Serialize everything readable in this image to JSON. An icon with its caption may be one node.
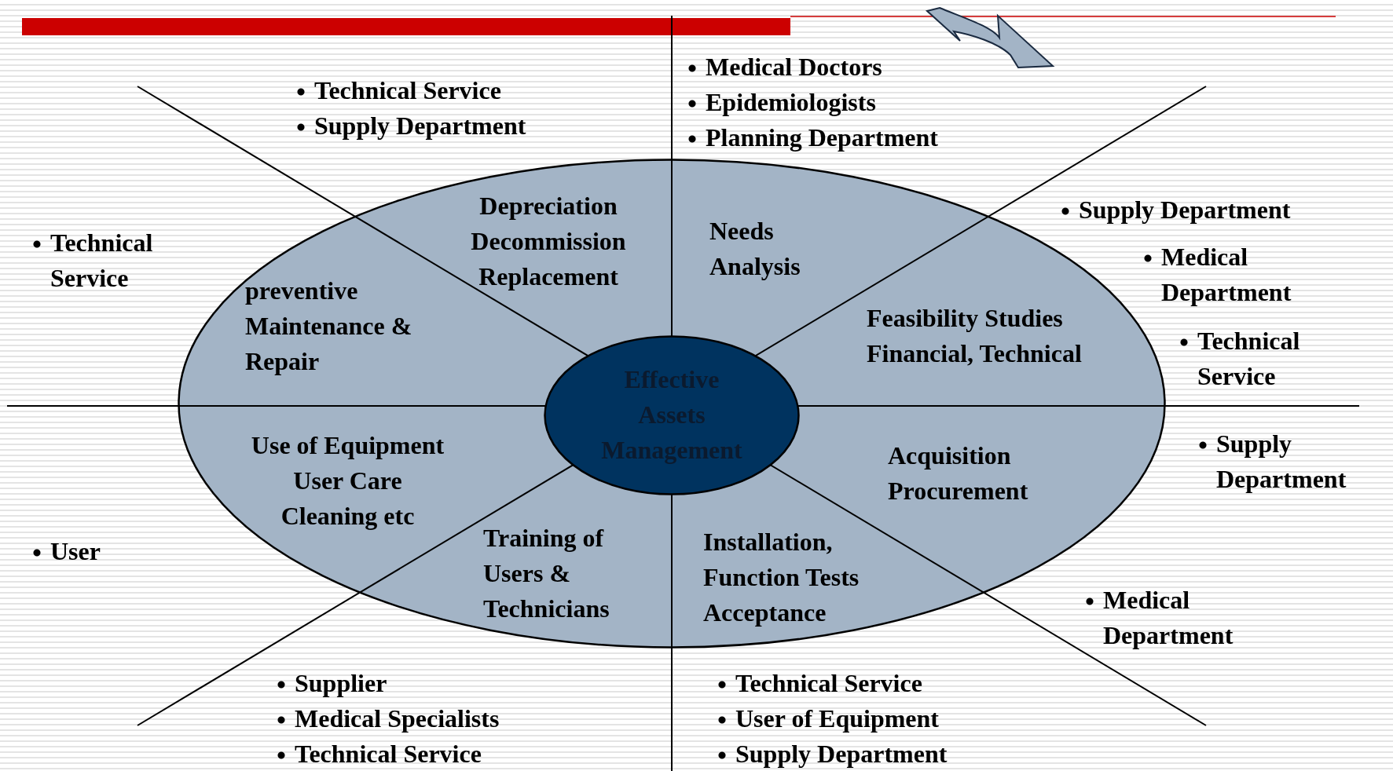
{
  "diagram": {
    "nodes": [
      {
        "text": [],
        "shape": "ellipse"
      },
      {
        "text": [
          "Depreciation Decommission Replacement"
        ],
        "in": 0
      },
      {
        "text": [
          "Needs Analysis"
        ],
        "in": 0
      },
      {
        "text": [
          "preventive Maintenance & Repair"
        ],
        "in": 0
      },
      {
        "text": [
          "Feasibility Studies Financial, Technical"
        ],
        "in": 0
      },
      {
        "text": [
          "Effective Assets Management"
        ],
        "in": 0
      },
      {
        "text": [
          "Use of Equipment User Care Cleaning etc"
        ],
        "in": 0
      },
      {
        "text": [
          "Acquisition Procurement"
        ],
        "in": 0
      },
      {
        "text": [
          "Training of Users & Technicians"
        ],
        "in": 0
      },
      {
        "text": [
          "Installation, Function Tests Acceptance"
        ],
        "in": 0
      }
    ],
    "edges": [],
    "labels": [
      "Technical Service",
      "Supply Department",
      "Medical Doctors",
      "Epidemiologists",
      "Planning Department",
      "Supply Department",
      "Medical Department",
      "Technical Service",
      "Technical Service",
      "Supply Department",
      "User",
      "Medical Department",
      "Supplier",
      "Medical Specialists",
      "Technical Service",
      "Technical Service",
      "User of Equipment",
      "Supply Department"
    ]
  }
}
